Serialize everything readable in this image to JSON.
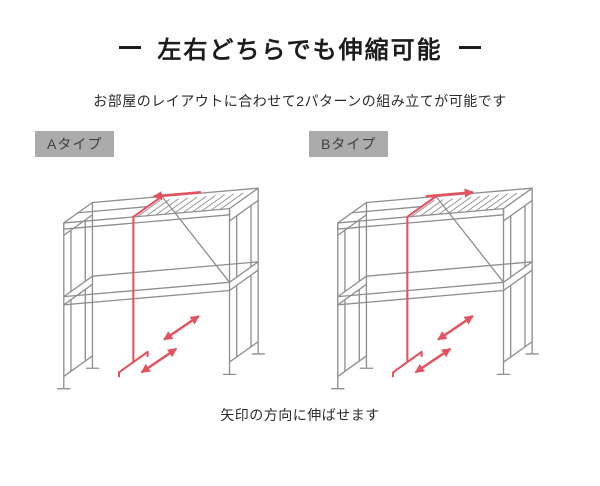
{
  "title": {
    "text": "左右どちらでも伸縮可能"
  },
  "subtitle": {
    "text": "お部屋のレイアウトに合わせて2パターンの組み立てが可能です"
  },
  "caption": {
    "text": "矢印の方向に伸ばせます"
  },
  "diagrams": [
    {
      "label": "Aタイプ",
      "extend_direction": "left"
    },
    {
      "label": "Bタイプ",
      "extend_direction": "right"
    }
  ],
  "colors": {
    "accent_red": "#e4525f",
    "line_gray": "#8f8f8f",
    "badge_bg": "#ababab",
    "badge_text": "#3f3f3f",
    "title_color": "#1c1c1c"
  }
}
